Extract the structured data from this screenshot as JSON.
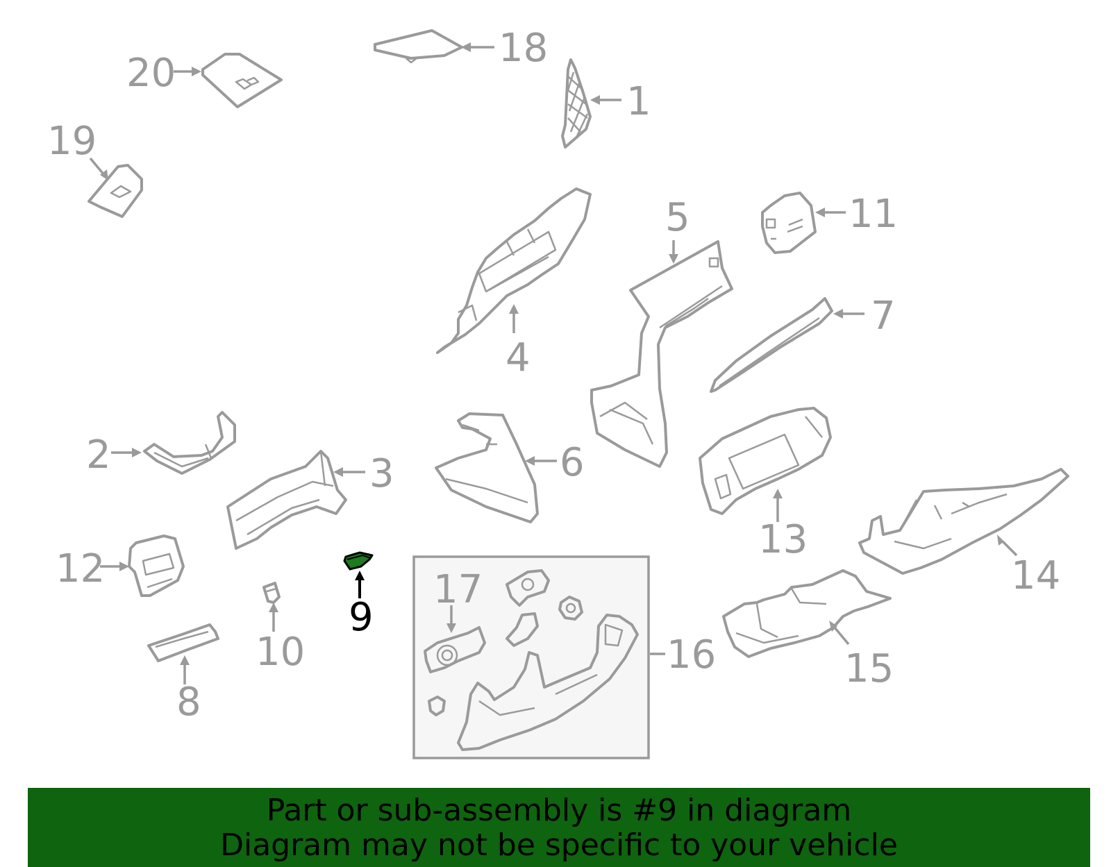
{
  "callouts": [
    "1",
    "2",
    "3",
    "4",
    "5",
    "6",
    "7",
    "8",
    "9",
    "10",
    "11",
    "12",
    "13",
    "14",
    "15",
    "16",
    "17",
    "18",
    "19",
    "20"
  ],
  "highlighted_part": "9",
  "colors": {
    "part_stroke": "#9a9a9a",
    "highlight_fill": "#1e7a1e",
    "banner": "#0f640f",
    "text_highlight": "#000000"
  },
  "footer": {
    "line1": "Part or sub-assembly is #9 in diagram",
    "line2": "Diagram may not be specific to your vehicle"
  }
}
